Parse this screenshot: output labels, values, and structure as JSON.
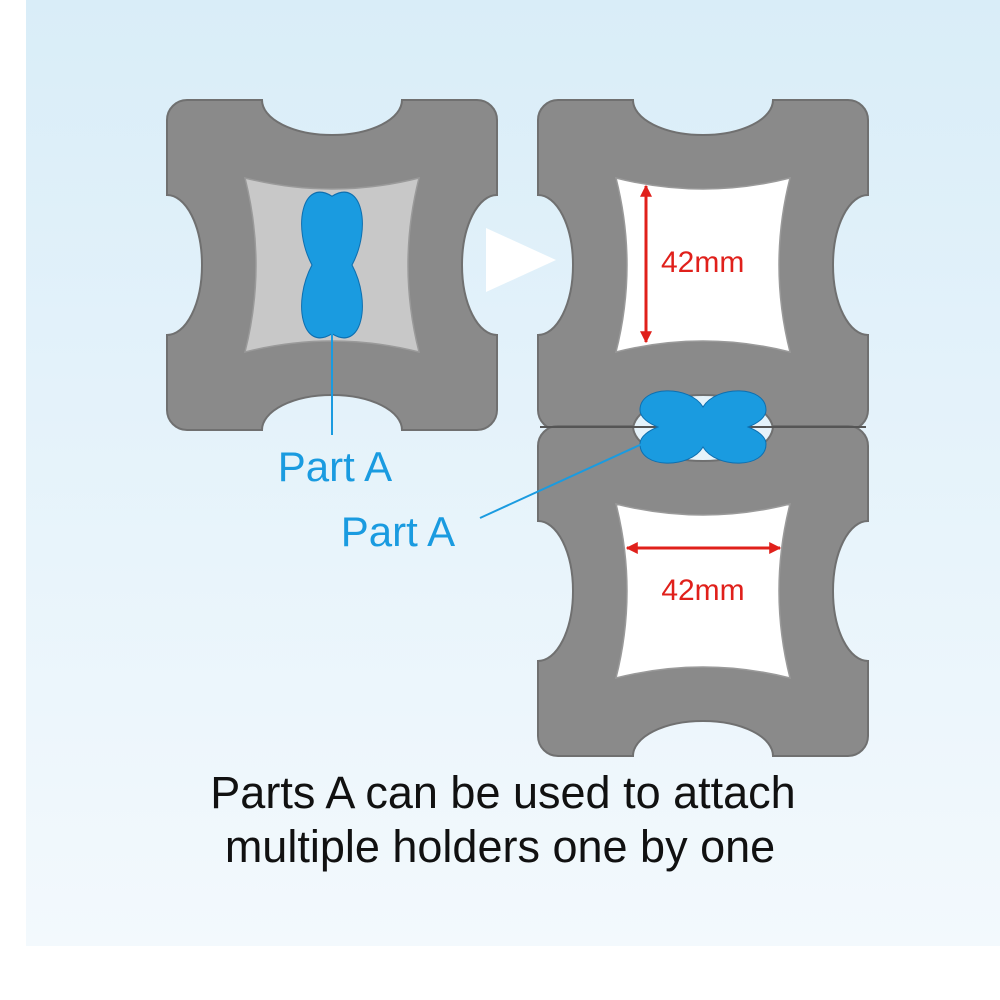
{
  "labels": {
    "part_a_left": "Part A",
    "part_a_right": "Part A",
    "dim_vertical": "42mm",
    "dim_horizontal": "42mm"
  },
  "caption": {
    "line1": "Parts A can be used to attach",
    "line2": "multiple holders one by one"
  },
  "colors": {
    "background_top": "#dceef8",
    "background_bottom": "#f2f9fd",
    "holder": "#8a8a8a",
    "holder_outline": "#6f6f6f",
    "inner_shade": "#c9c9c9",
    "part_a": "#1a9be0",
    "label": "#1a9be0",
    "dimension": "#e0201b",
    "caption": "#111111"
  }
}
